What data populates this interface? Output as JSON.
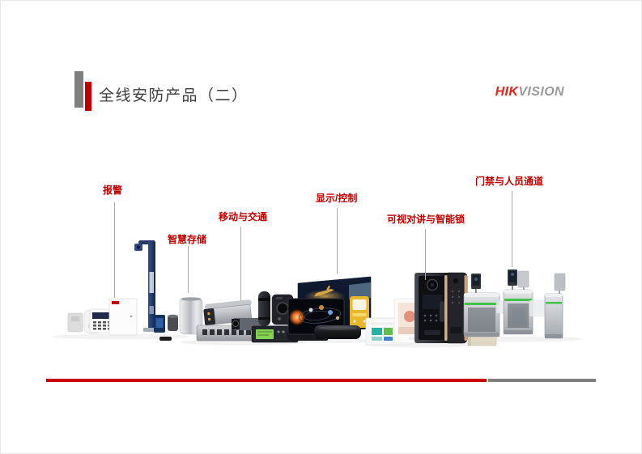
{
  "title": "全线安防产品（二）",
  "logo": {
    "red": "HIK",
    "gray": "VISION"
  },
  "accent": {
    "title_bar_gray": "#7f7f7f",
    "title_bar_red": "#c00000",
    "label_red": "#c00000",
    "logo_red": "#e2231a",
    "logo_gray": "#9a9a9a",
    "divider_red": "#cc0000",
    "divider_gray": "#7f7f7f",
    "leader_line_gray": "#a9a9a9"
  },
  "categories": [
    {
      "label": "报警",
      "products": [
        "door-contact-sensor",
        "pir-motion-detector",
        "alarm-keypad",
        "alarm-control-cabinet",
        "emergency-call-pole",
        "panic-alarm-station",
        "siren-cylinder",
        "wireless-usb-dongle"
      ]
    },
    {
      "label": "智慧存储",
      "products": [
        "nas-smart-storage"
      ]
    },
    {
      "label": "移动与交通",
      "products": [
        "traffic-checkpoint-camera",
        "vehicle-camera",
        "rack-switch",
        "bullet-camera-cylinder",
        "body-worn-camera",
        "mobile-nvr"
      ]
    },
    {
      "label": "显示/控制",
      "products": [
        "led-video-wall",
        "solar-system-monitor",
        "video-wall-controller",
        "media-player-box"
      ]
    },
    {
      "label": "可视对讲与智能锁",
      "products": [
        "indoor-touch-station",
        "video-intercom-monitor",
        "door-station",
        "smart-door-lock",
        "access-power-cabinet"
      ]
    },
    {
      "label": "门禁与人员通道",
      "products": [
        "face-recognition-terminal",
        "speed-gate-turnstile",
        "speed-gate-turnstile-2",
        "swing-barrier"
      ]
    }
  ]
}
